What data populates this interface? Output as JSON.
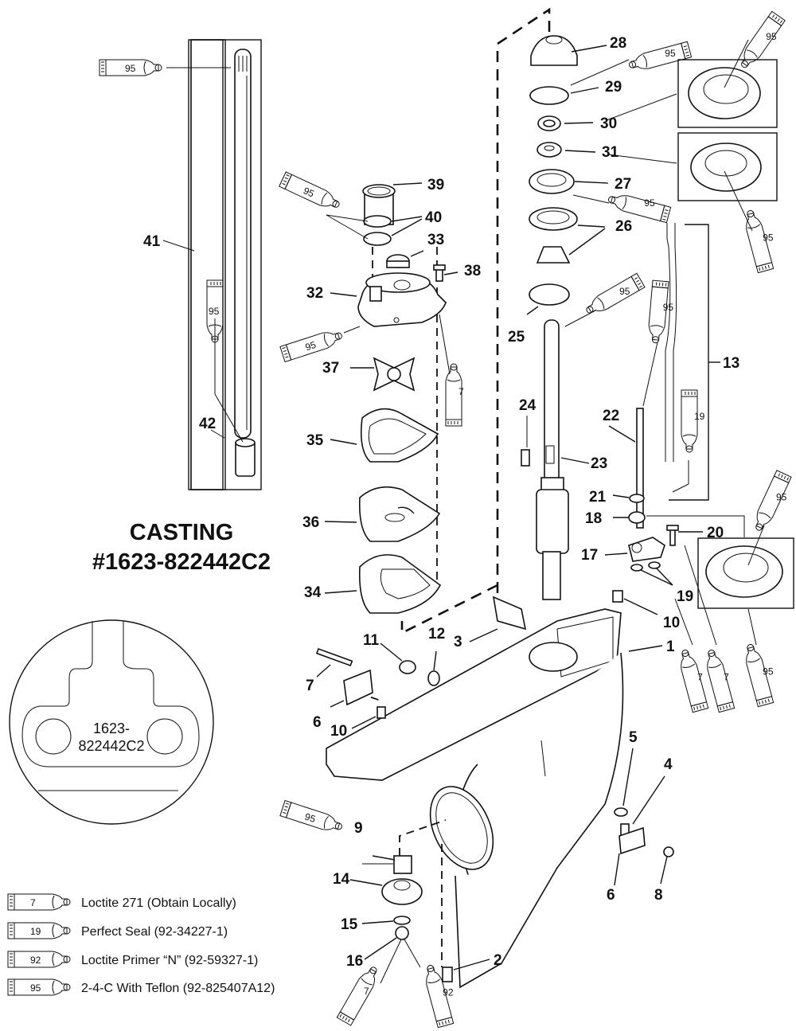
{
  "diagram": {
    "casting_title": "CASTING",
    "casting_number": "#1623-822442C2",
    "casting_mark_line1": "1623-",
    "casting_mark_line2": "822442C2",
    "callouts": [
      {
        "id": "c1",
        "label": "1"
      },
      {
        "id": "c2",
        "label": "2"
      },
      {
        "id": "c3",
        "label": "3"
      },
      {
        "id": "c4",
        "label": "4"
      },
      {
        "id": "c5",
        "label": "5"
      },
      {
        "id": "c6a",
        "label": "6"
      },
      {
        "id": "c6b",
        "label": "6"
      },
      {
        "id": "c7",
        "label": "7"
      },
      {
        "id": "c8",
        "label": "8"
      },
      {
        "id": "c9",
        "label": "9"
      },
      {
        "id": "c10a",
        "label": "10"
      },
      {
        "id": "c10b",
        "label": "10"
      },
      {
        "id": "c11",
        "label": "11"
      },
      {
        "id": "c12",
        "label": "12"
      },
      {
        "id": "c13",
        "label": "13"
      },
      {
        "id": "c14",
        "label": "14"
      },
      {
        "id": "c15",
        "label": "15"
      },
      {
        "id": "c16",
        "label": "16"
      },
      {
        "id": "c17",
        "label": "17"
      },
      {
        "id": "c18",
        "label": "18"
      },
      {
        "id": "c19",
        "label": "19"
      },
      {
        "id": "c20",
        "label": "20"
      },
      {
        "id": "c21",
        "label": "21"
      },
      {
        "id": "c22",
        "label": "22"
      },
      {
        "id": "c23",
        "label": "23"
      },
      {
        "id": "c24",
        "label": "24"
      },
      {
        "id": "c25",
        "label": "25"
      },
      {
        "id": "c26",
        "label": "26"
      },
      {
        "id": "c27",
        "label": "27"
      },
      {
        "id": "c28",
        "label": "28"
      },
      {
        "id": "c29",
        "label": "29"
      },
      {
        "id": "c30",
        "label": "30"
      },
      {
        "id": "c31",
        "label": "31"
      },
      {
        "id": "c32",
        "label": "32"
      },
      {
        "id": "c33",
        "label": "33"
      },
      {
        "id": "c34",
        "label": "34"
      },
      {
        "id": "c35",
        "label": "35"
      },
      {
        "id": "c36",
        "label": "36"
      },
      {
        "id": "c37",
        "label": "37"
      },
      {
        "id": "c38",
        "label": "38"
      },
      {
        "id": "c39",
        "label": "39"
      },
      {
        "id": "c40",
        "label": "40"
      },
      {
        "id": "c41",
        "label": "41"
      },
      {
        "id": "c42",
        "label": "42"
      }
    ],
    "tubes": [
      {
        "id": "t1",
        "code": "95"
      },
      {
        "id": "t2",
        "code": "95"
      },
      {
        "id": "t3",
        "code": "95"
      },
      {
        "id": "t4",
        "code": "95"
      },
      {
        "id": "t5",
        "code": "95"
      },
      {
        "id": "t6",
        "code": "95"
      },
      {
        "id": "t7",
        "code": "95"
      },
      {
        "id": "t8",
        "code": "95"
      },
      {
        "id": "t9",
        "code": "95"
      },
      {
        "id": "t10",
        "code": "95"
      },
      {
        "id": "t11",
        "code": "7"
      },
      {
        "id": "t12",
        "code": "19"
      },
      {
        "id": "t13",
        "code": "95"
      },
      {
        "id": "t14",
        "code": "95"
      },
      {
        "id": "t15",
        "code": "7"
      },
      {
        "id": "t16",
        "code": "7"
      },
      {
        "id": "t17",
        "code": "95"
      },
      {
        "id": "t18",
        "code": "7"
      },
      {
        "id": "t19",
        "code": "92"
      }
    ]
  },
  "legend": [
    {
      "code": "7",
      "text": "Loctite 271 (Obtain Locally)"
    },
    {
      "code": "19",
      "text": "Perfect Seal (92-34227-1)"
    },
    {
      "code": "92",
      "text": "Loctite Primer “N” (92-59327-1)"
    },
    {
      "code": "95",
      "text": "2-4-C  With Teflon (92-825407A12)"
    }
  ]
}
